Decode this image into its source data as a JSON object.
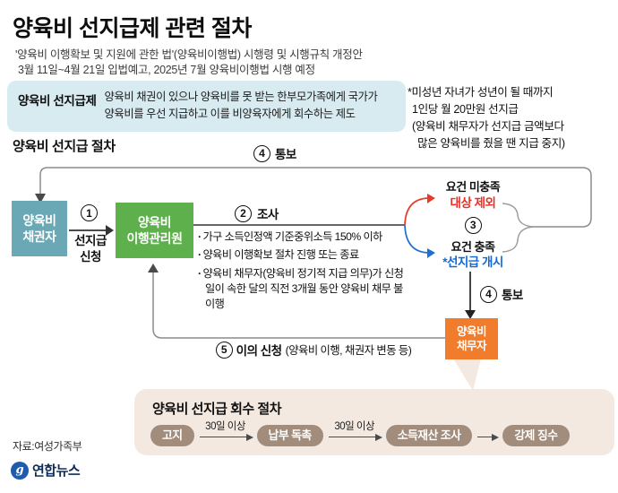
{
  "header": {
    "title": "양육비 선지급제 관련 절차",
    "subtitle1": "'양육비 이행확보 및 지원에 관한 법'(양육비이행법) 시행령 및 시행규칙 개정안",
    "subtitle2": "3월 11일~4월 21일 입법예고, 2025년 7월 양육비이행법 시행 예정"
  },
  "definition": {
    "term": "양육비 선지급제",
    "desc1": "양육비 채권이 있으나 양육비를 못 받는 한부모가족에게 국가가",
    "desc2": "양육비를 우선 지급하고 이를 비양육자에게 회수하는 제도"
  },
  "note": {
    "line1": "*미성년 자녀가 성년이 될 때까지",
    "line2": "1인당 월 20만원 선지급",
    "line3": "(양육비 채무자가 선지급 금액보다",
    "line4": "많은 양육비를 줬을 땐 지급 중지)"
  },
  "flow": {
    "section_title": "양육비 선지급 절차",
    "creditor": {
      "line1": "양육비",
      "line2": "채권자"
    },
    "agency": {
      "line1": "양육비",
      "line2": "이행관리원"
    },
    "debtor": {
      "line1": "양육비",
      "line2": "채무자"
    },
    "step1": {
      "num": "1",
      "line1": "선지급",
      "line2": "신청"
    },
    "step2": {
      "num": "2",
      "label": "조사"
    },
    "step3": {
      "num": "3"
    },
    "step4_top": {
      "num": "4",
      "label": "통보"
    },
    "step4_down": {
      "num": "4",
      "label": "통보"
    },
    "step5": {
      "num": "5",
      "label": "이의 신청",
      "detail": "(양육비 이행, 채권자 변동 등)"
    },
    "criteria": [
      "가구 소득인정액 기준중위소득 150% 이하",
      "양육비 이행확보 절차 진행 또는 종료",
      "양육비 채무자(양육비 정기적 지급 의무)가 신청일이 속한 달의 직전 3개월 동안 양육비 채무 불이행"
    ],
    "reject": {
      "condition": "요건 미충족",
      "result": "대상 제외"
    },
    "accept": {
      "condition": "요건 충족",
      "result": "*선지급 개시"
    }
  },
  "recovery": {
    "title": "양육비 선지급 회수 절차",
    "steps": [
      "고지",
      "납부 독촉",
      "소득재산 조사",
      "강제 징수"
    ],
    "intervals": [
      "30일 이상",
      "30일 이상"
    ]
  },
  "footer": {
    "source": "자료:여성가족부",
    "logo_text": "연합뉴스"
  },
  "colors": {
    "definition_bg": "#d8ebf0",
    "creditor_box": "#6aa8b5",
    "agency_box": "#5db04b",
    "debtor_box": "#f07c2c",
    "reject_red": "#e8302a",
    "accept_blue": "#1269d3",
    "recovery_bg": "#f3e9e1",
    "recovery_pill": "#a28c7c",
    "line_gray": "#8b8b8b"
  }
}
